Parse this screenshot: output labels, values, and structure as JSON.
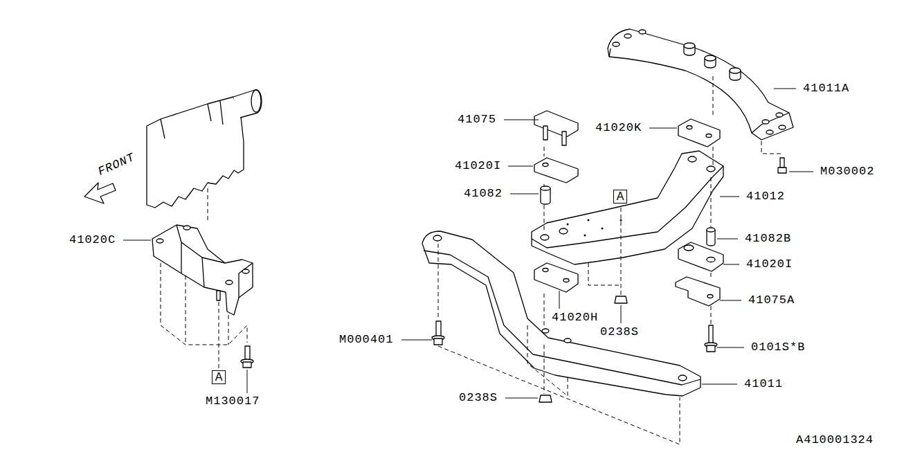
{
  "diagram": {
    "nodes": [
      {
        "text": [
          "A"
        ]
      },
      {
        "text": [
          "A"
        ]
      }
    ],
    "labels": [
      "41020C",
      "FRONT",
      "M130017",
      "41075",
      "41020I",
      "41082",
      "M000401",
      "0238S",
      "41020H",
      "41011A",
      "41020K",
      "M030002",
      "41012",
      "41082B",
      "41020I",
      "41075A",
      "0101S*B",
      "41011",
      "0238S",
      "A410001324"
    ]
  }
}
